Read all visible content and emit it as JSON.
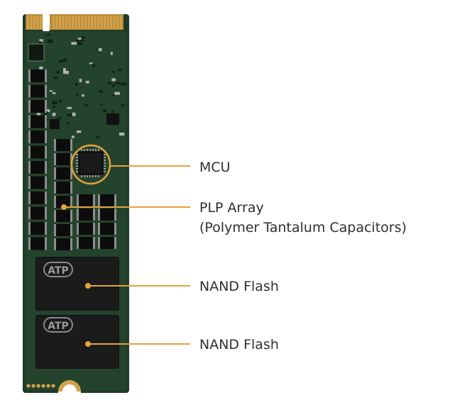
{
  "colors": {
    "pcb": "#1f3a26",
    "pcb_edge": "#2d4a32",
    "gold": "#d2a24a",
    "accent": "#e6a33a",
    "chip": "#151515",
    "capacitor": "#0c0c0c",
    "text": "#2f2f2f"
  },
  "callouts": {
    "mcu": {
      "label": "MCU"
    },
    "plp": {
      "label": "PLP Array",
      "sublabel": "(Polymer Tantalum Capacitors)"
    },
    "nand_top": {
      "label": "NAND Flash"
    },
    "nand_bottom": {
      "label": "NAND Flash"
    }
  },
  "board": {
    "nand_top_logo": "ATP",
    "nand_bottom_logo": "ATP"
  }
}
